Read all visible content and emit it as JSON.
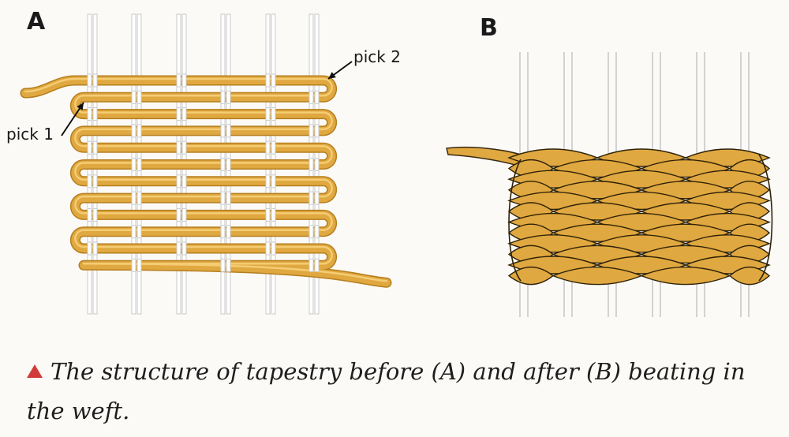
{
  "panels": {
    "a": {
      "label": "A"
    },
    "b": {
      "label": "B"
    }
  },
  "callouts": {
    "pick1": "pick 1",
    "pick2": "pick 2"
  },
  "caption": {
    "text": "The structure of tapestry before (A) and after (B) beating in the weft."
  },
  "colors": {
    "weft_fill": "#e0a840",
    "weft_edge": "#b67e1e",
    "weft_highlight": "#f4cc74",
    "warp_line": "#c9c9c9",
    "caption_marker": "#d23a3a"
  }
}
